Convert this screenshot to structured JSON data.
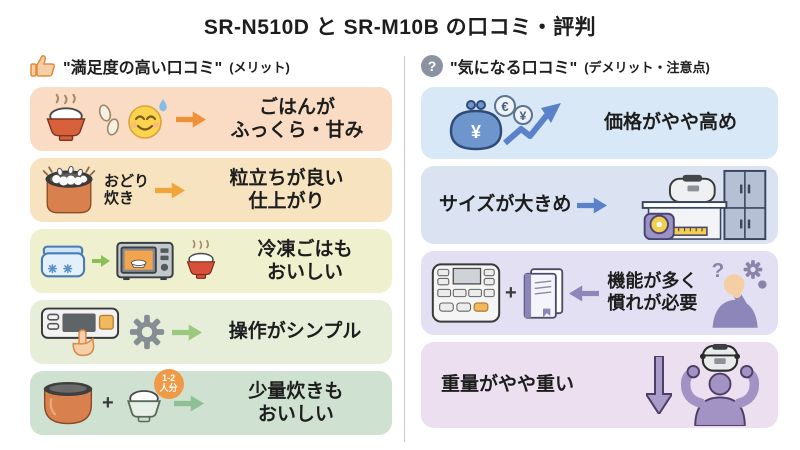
{
  "title": "SR-N510D と SR-M10B の口コミ・評判",
  "left": {
    "header": "\"満足度の高い口コミ\"",
    "header_note": "(メリット)",
    "rows": [
      {
        "text": "ごはんが\nふっくら・甘み"
      },
      {
        "label": "おどり\n炊き",
        "text": "粒立ちが良い\n仕上がり"
      },
      {
        "text": "冷凍ごはも\nおいしい"
      },
      {
        "text": "操作がシンプル"
      },
      {
        "plus": "+",
        "badge": "1-2\n人分",
        "text": "少量炊きも\nおいしい"
      }
    ]
  },
  "right": {
    "header": "\"気になる口コミ\"",
    "header_note": "(デメリット・注意点)",
    "icon_q": "?",
    "rows": [
      {
        "purse_symbol": "¥",
        "coin1": "€",
        "coin2": "¥",
        "text": "価格がやや高め"
      },
      {
        "text": "サイズが大きめ"
      },
      {
        "plus": "+",
        "q": "?",
        "text": "機能が多く\n慣れが必要"
      },
      {
        "text": "重量がやや重い"
      }
    ]
  },
  "colors": {
    "accent_orange": "#f0913a",
    "accent_green": "#8fbf8a",
    "accent_blue": "#5b82c8",
    "accent_purple": "#8d86b8",
    "text": "#1d1d1d",
    "row_left": [
      "#f9dcc3",
      "#f7e3c0",
      "#eff0cd",
      "#e6eeda",
      "#cfe1d0"
    ],
    "row_right": [
      "#d9e8f6",
      "#dbe2f2",
      "#e3e0f3",
      "#ecdff0"
    ]
  }
}
